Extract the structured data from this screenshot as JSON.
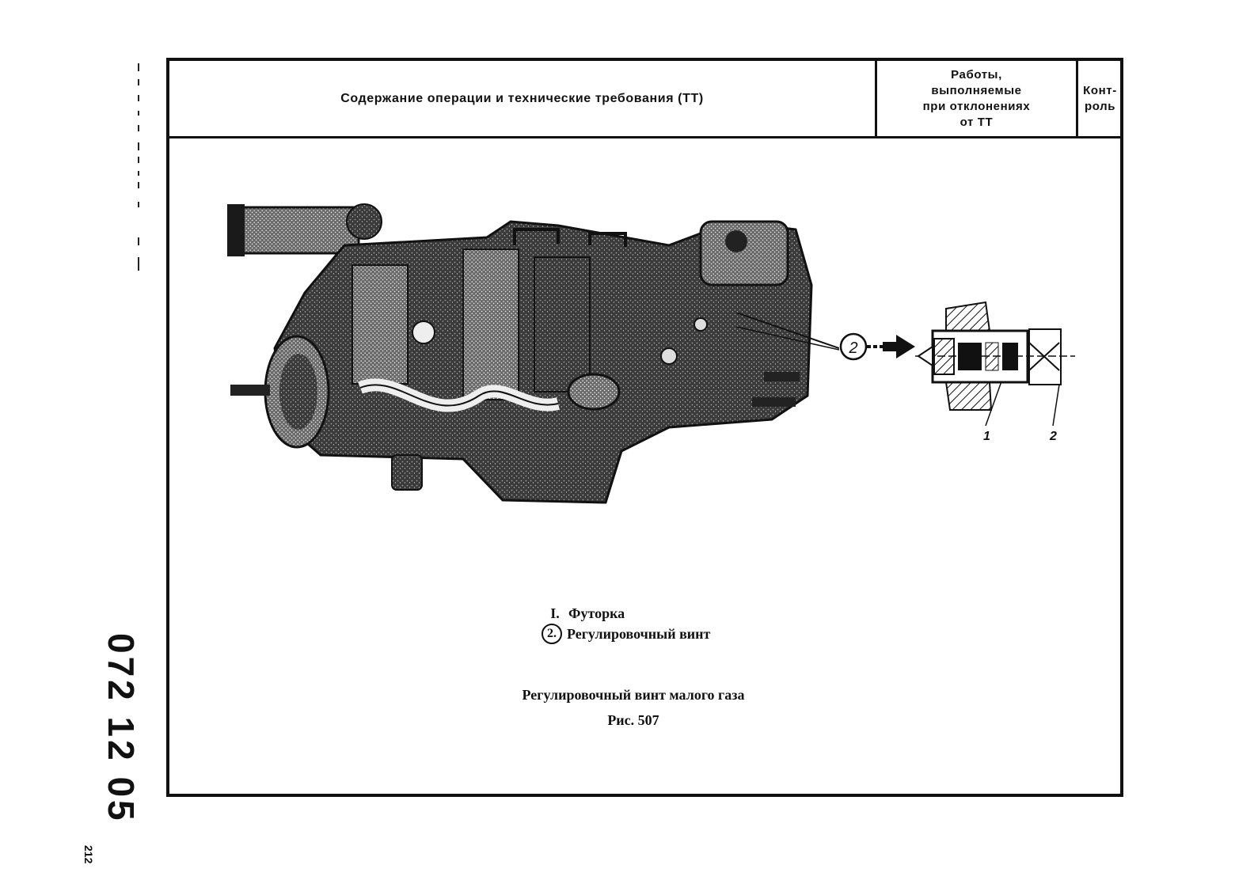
{
  "header": {
    "operation_content": "Содержание операции и технические требования (ТТ)",
    "works_on_deviation": "Работы,\nвыполняемые\nпри отклонениях\nот ТТ",
    "control": "Конт-\nроль"
  },
  "figure": {
    "callout_marker": "2",
    "section_labels": [
      "1",
      "2"
    ]
  },
  "legend": [
    {
      "number": "I.",
      "text": "Футорка",
      "circled": false
    },
    {
      "number": "2.",
      "text": "Регулировочный винт",
      "circled": true
    }
  ],
  "caption": {
    "title": "Регулировочный винт малого газа",
    "figure_number": "Рис. 507"
  },
  "side_code": "072 12 05",
  "page_number": "212"
}
